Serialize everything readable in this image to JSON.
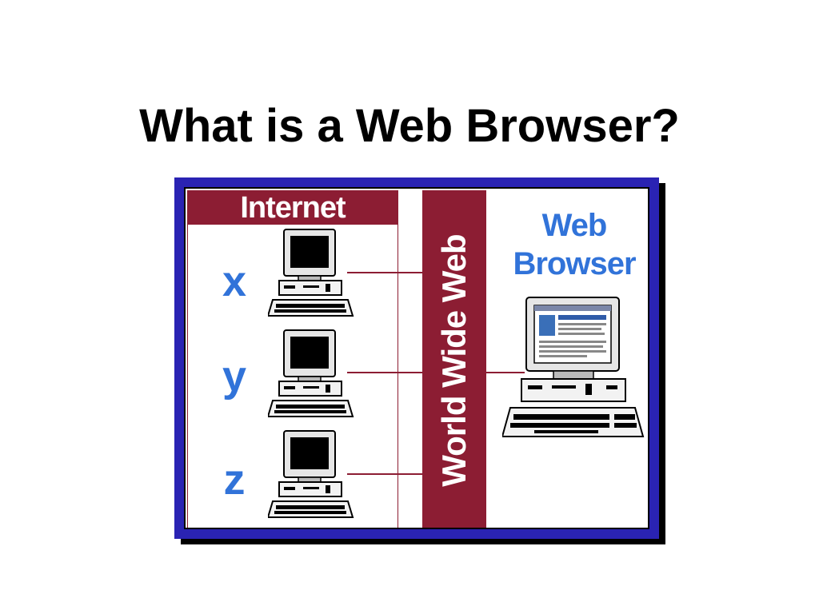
{
  "slide": {
    "title": "What is a Web Browser?"
  },
  "diagram": {
    "internet_label": "Internet",
    "www_label": "World Wide Web",
    "browser_label_line1": "Web",
    "browser_label_line2": "Browser",
    "hosts": [
      {
        "label": "x"
      },
      {
        "label": "y"
      },
      {
        "label": "z"
      }
    ]
  },
  "colors": {
    "frame": "#2a23b3",
    "accent_red": "#8c1d33",
    "label_blue": "#3173d9"
  }
}
